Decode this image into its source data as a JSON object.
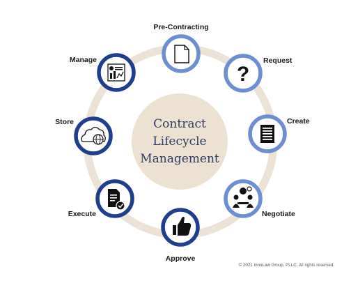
{
  "center": {
    "lines": [
      "Contract",
      "Lifecycle",
      "Management"
    ]
  },
  "stages": [
    {
      "label": "Pre-Contracting",
      "icon": "document-icon",
      "ring": "light"
    },
    {
      "label": "Request",
      "icon": "question-icon",
      "ring": "light"
    },
    {
      "label": "Create",
      "icon": "lined-document-icon",
      "ring": "light"
    },
    {
      "label": "Negotiate",
      "icon": "meeting-icon",
      "ring": "light"
    },
    {
      "label": "Approve",
      "icon": "thumbs-up-icon",
      "ring": "dark"
    },
    {
      "label": "Execute",
      "icon": "signed-document-icon",
      "ring": "dark"
    },
    {
      "label": "Store",
      "icon": "cloud-globe-icon",
      "ring": "dark"
    },
    {
      "label": "Manage",
      "icon": "report-dashboard-icon",
      "ring": "dark"
    }
  ],
  "copyright": "© 2021 InnoLaw Group, PLLC. All rights reserved.",
  "colors": {
    "cycle_ring": "#ece3d6",
    "center_fill": "#ede1d2",
    "center_text": "#2d3a63",
    "node_ring_light": "#6b8fd1",
    "node_ring_dark": "#1f3e8c",
    "node_fill": "#ffffff"
  }
}
